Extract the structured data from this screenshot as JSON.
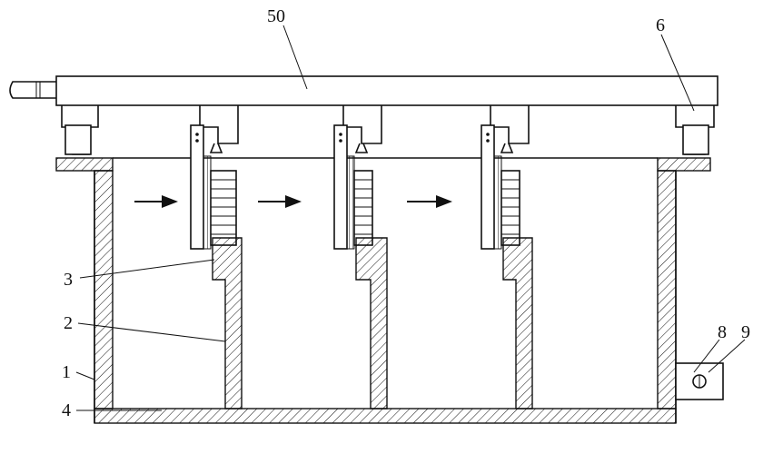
{
  "labels": {
    "rail": "50",
    "support": "6",
    "brush_plate": "3",
    "partition": "2",
    "tank_wall": "1",
    "chamber": "4",
    "outlet_pipe": "8",
    "valve": "9"
  },
  "colors": {
    "line": "#111111",
    "hatch": "#111111",
    "background": "#ffffff"
  },
  "flow_arrows": 3,
  "partitions": 3
}
